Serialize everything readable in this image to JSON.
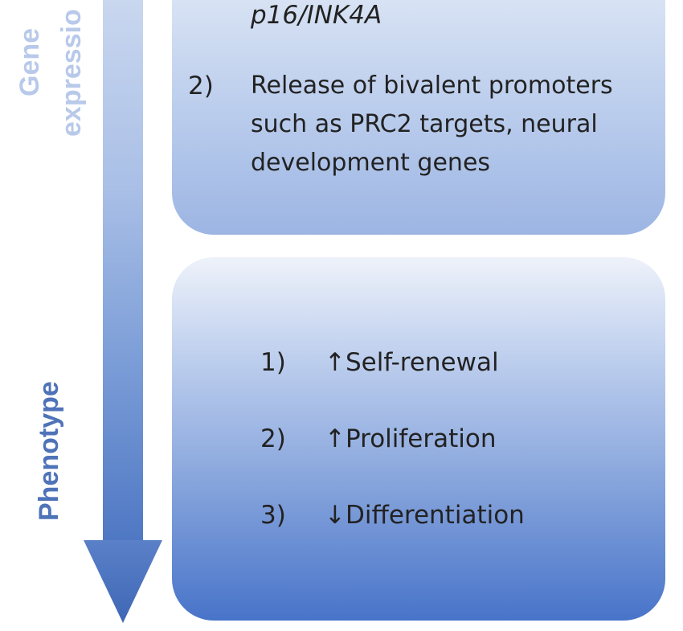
{
  "axis": {
    "gene_label_line1": "Gene",
    "gene_label_line2": "expressio",
    "phenotype_label": "Phenotype"
  },
  "gene_box": {
    "item1_text": "p16/INK4A",
    "item2_number": "2)",
    "item2_lines": [
      "Release of bivalent promoters",
      "such as PRC2 targets, neural",
      "development genes"
    ]
  },
  "phenotype_box": {
    "items": [
      {
        "number": "1)",
        "arrow": "↑",
        "text": "Self-renewal"
      },
      {
        "number": "2)",
        "arrow": "↑",
        "text": "Proliferation"
      },
      {
        "number": "3)",
        "arrow": "↓",
        "text": "Differentiation"
      }
    ]
  },
  "colors": {
    "arrow_top": "#c9d7ef",
    "arrow_bottom": "#4f78c4",
    "gene_label": "#b8c9ea",
    "phenotype_label": "#4f73b8"
  }
}
